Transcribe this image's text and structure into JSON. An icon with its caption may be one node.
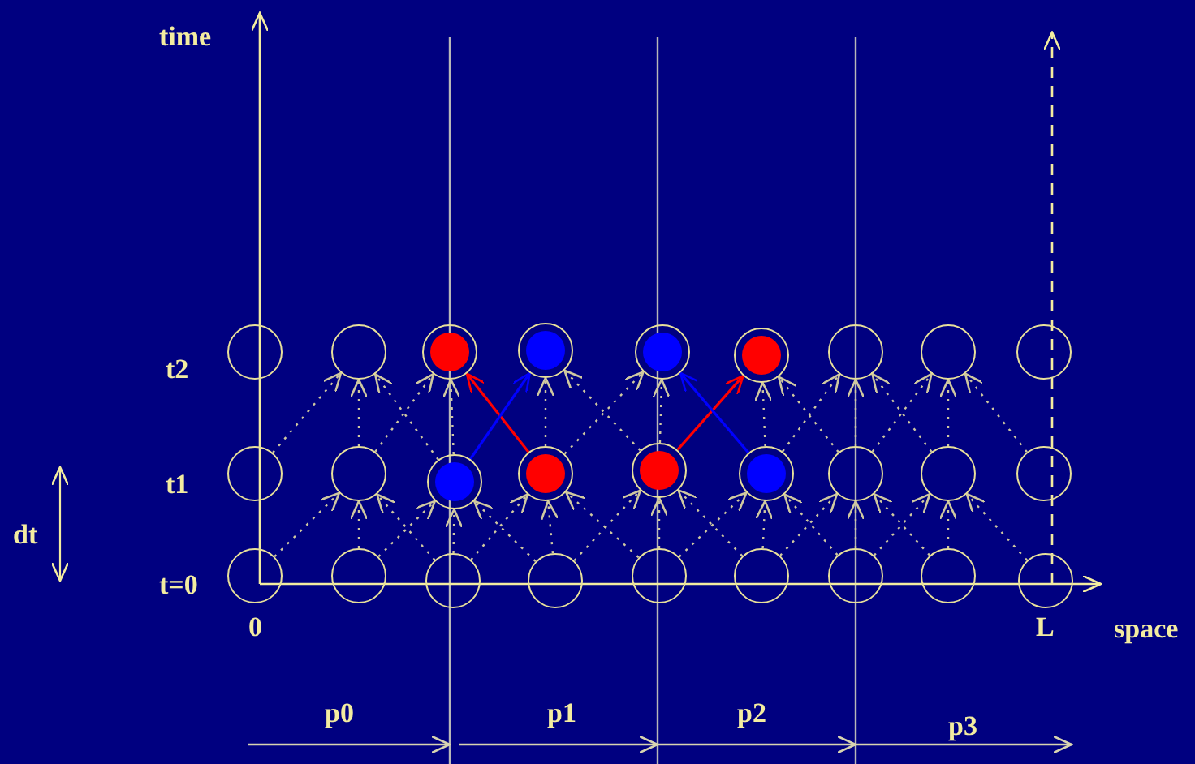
{
  "diagram": {
    "nodes": [
      {
        "text": [],
        "shape": "circle"
      },
      {
        "text": [],
        "shape": "circle"
      },
      {
        "text": [],
        "shape": "circle"
      },
      {
        "text": [],
        "shape": "circle"
      },
      {
        "text": [],
        "shape": "circle"
      },
      {
        "text": [],
        "shape": "circle"
      },
      {
        "text": [],
        "shape": "circle"
      },
      {
        "text": [],
        "shape": "circle"
      },
      {
        "text": [],
        "shape": "circle"
      },
      {
        "text": [],
        "shape": "circle"
      },
      {
        "text": [],
        "shape": "circle"
      },
      {
        "text": [],
        "shape": "circle"
      },
      {
        "text": [],
        "shape": "circle"
      },
      {
        "text": [],
        "shape": "circle"
      },
      {
        "text": [],
        "shape": "circle"
      },
      {
        "text": [],
        "shape": "circle"
      },
      {
        "text": [],
        "shape": "circle"
      },
      {
        "text": [],
        "shape": "circle"
      },
      {
        "text": [],
        "shape": "circle"
      },
      {
        "text": [],
        "shape": "circle"
      },
      {
        "text": [],
        "shape": "circle"
      },
      {
        "text": [],
        "shape": "circle"
      },
      {
        "text": [],
        "shape": "circle"
      },
      {
        "text": [],
        "shape": "circle"
      },
      {
        "text": [],
        "shape": "circle"
      },
      {
        "text": [],
        "shape": "circle"
      },
      {
        "text": [],
        "shape": "circle"
      }
    ],
    "edges": [
      {
        "from": 18,
        "to": 10,
        "arrow": "to",
        "style": "dashed"
      },
      {
        "from": 19,
        "to": 10,
        "arrow": "to",
        "style": "dashed"
      },
      {
        "from": 20,
        "to": 10,
        "arrow": "to",
        "style": "dashed"
      },
      {
        "from": 19,
        "to": 11,
        "arrow": "to",
        "style": "dashed"
      },
      {
        "from": 20,
        "to": 11,
        "arrow": "to",
        "style": "dashed"
      },
      {
        "from": 21,
        "to": 11,
        "arrow": "to",
        "style": "dashed"
      },
      {
        "from": 20,
        "to": 12,
        "arrow": "to",
        "style": "dashed"
      },
      {
        "from": 21,
        "to": 12,
        "arrow": "to",
        "style": "dashed"
      },
      {
        "from": 22,
        "to": 12,
        "arrow": "to",
        "style": "dashed"
      },
      {
        "from": 21,
        "to": 13,
        "arrow": "to",
        "style": "dashed"
      },
      {
        "from": 22,
        "to": 13,
        "arrow": "to",
        "style": "dashed"
      },
      {
        "from": 23,
        "to": 13,
        "arrow": "to",
        "style": "dashed"
      },
      {
        "from": 22,
        "to": 14,
        "arrow": "to",
        "style": "dashed"
      },
      {
        "from": 23,
        "to": 14,
        "arrow": "to",
        "style": "dashed"
      },
      {
        "from": 24,
        "to": 14,
        "arrow": "to",
        "style": "dashed"
      },
      {
        "from": 23,
        "to": 15,
        "arrow": "to",
        "style": "dashed"
      },
      {
        "from": 24,
        "to": 15,
        "arrow": "to",
        "style": "dashed"
      },
      {
        "from": 25,
        "to": 15,
        "arrow": "to",
        "style": "dashed"
      },
      {
        "from": 24,
        "to": 16,
        "arrow": "to",
        "style": "dashed"
      },
      {
        "from": 25,
        "to": 16,
        "arrow": "to",
        "style": "dashed"
      },
      {
        "from": 26,
        "to": 16,
        "arrow": "to",
        "style": "dashed"
      },
      {
        "from": 9,
        "to": 1,
        "arrow": "to",
        "style": "dashed"
      },
      {
        "from": 10,
        "to": 1,
        "arrow": "to",
        "style": "dashed"
      },
      {
        "from": 11,
        "to": 1,
        "arrow": "to",
        "style": "dashed"
      },
      {
        "from": 10,
        "to": 2,
        "arrow": "to",
        "style": "dashed"
      },
      {
        "from": 11,
        "to": 2,
        "arrow": "to",
        "style": "dashed"
      },
      {
        "from": 12,
        "to": 3,
        "arrow": "to",
        "style": "dashed"
      },
      {
        "from": 13,
        "to": 3,
        "arrow": "to",
        "style": "dashed"
      },
      {
        "from": 12,
        "to": 4,
        "arrow": "to",
        "style": "dashed"
      },
      {
        "from": 13,
        "to": 4,
        "arrow": "to",
        "style": "dashed"
      },
      {
        "from": 14,
        "to": 5,
        "arrow": "to",
        "style": "dashed"
      },
      {
        "from": 15,
        "to": 5,
        "arrow": "to",
        "style": "dashed"
      },
      {
        "from": 14,
        "to": 6,
        "arrow": "to",
        "style": "dashed"
      },
      {
        "from": 15,
        "to": 6,
        "arrow": "to",
        "style": "dashed"
      },
      {
        "from": 16,
        "to": 6,
        "arrow": "to",
        "style": "dashed"
      },
      {
        "from": 15,
        "to": 7,
        "arrow": "to",
        "style": "dashed"
      },
      {
        "from": 16,
        "to": 7,
        "arrow": "to",
        "style": "dashed"
      },
      {
        "from": 17,
        "to": 7,
        "arrow": "to",
        "style": "dashed"
      },
      {
        "from": 12,
        "to": 2,
        "arrow": "to",
        "color": "#ff0000"
      },
      {
        "from": 11,
        "to": 3,
        "arrow": "to",
        "color": "#0000ff"
      },
      {
        "from": 13,
        "to": 5,
        "arrow": "to",
        "color": "#ff0000"
      },
      {
        "from": 14,
        "to": 4,
        "arrow": "to",
        "color": "#0000ff"
      }
    ],
    "labels": [
      "time",
      "t2",
      "t1",
      "dt",
      "t=0",
      "0",
      "L",
      "space",
      "p0",
      "p1",
      "p2",
      "p3"
    ]
  }
}
